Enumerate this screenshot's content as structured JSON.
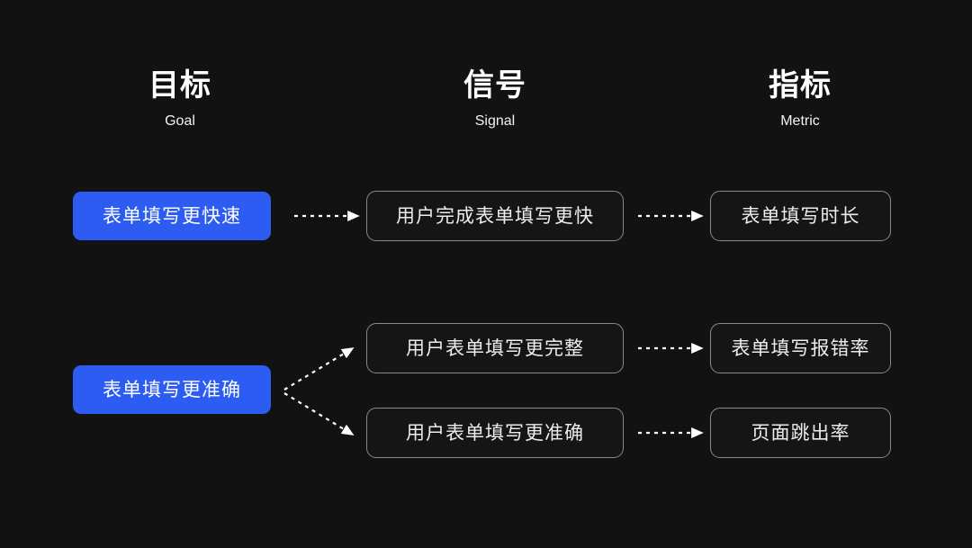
{
  "theme": {
    "background": "#121212",
    "goal_fill": "#2c5cf2",
    "goal_text": "#ffffff",
    "box_border": "#8a8a8a",
    "box_text": "#ededed",
    "arrow_color": "#ffffff",
    "header_text": "#ffffff"
  },
  "headers": [
    {
      "cn": "目标",
      "en": "Goal"
    },
    {
      "cn": "信号",
      "en": "Signal"
    },
    {
      "cn": "指标",
      "en": "Metric"
    }
  ],
  "goals": [
    {
      "label": "表单填写更快速"
    },
    {
      "label": "表单填写更准确"
    }
  ],
  "signals": [
    {
      "label": "用户完成表单填写更快"
    },
    {
      "label": "用户表单填写更完整"
    },
    {
      "label": "用户表单填写更准确"
    }
  ],
  "metrics": [
    {
      "label": "表单填写时长"
    },
    {
      "label": "表单填写报错率"
    },
    {
      "label": "页面跳出率"
    }
  ],
  "connections": [
    {
      "from": "goal-1",
      "to": "signal-1",
      "style": "dashed-arrow"
    },
    {
      "from": "signal-1",
      "to": "metric-1",
      "style": "dashed-arrow"
    },
    {
      "from": "goal-2",
      "to": "signal-2",
      "style": "dashed-arrow"
    },
    {
      "from": "goal-2",
      "to": "signal-3",
      "style": "dashed-arrow"
    },
    {
      "from": "signal-2",
      "to": "metric-2",
      "style": "dashed-arrow"
    },
    {
      "from": "signal-3",
      "to": "metric-3",
      "style": "dashed-arrow"
    }
  ]
}
